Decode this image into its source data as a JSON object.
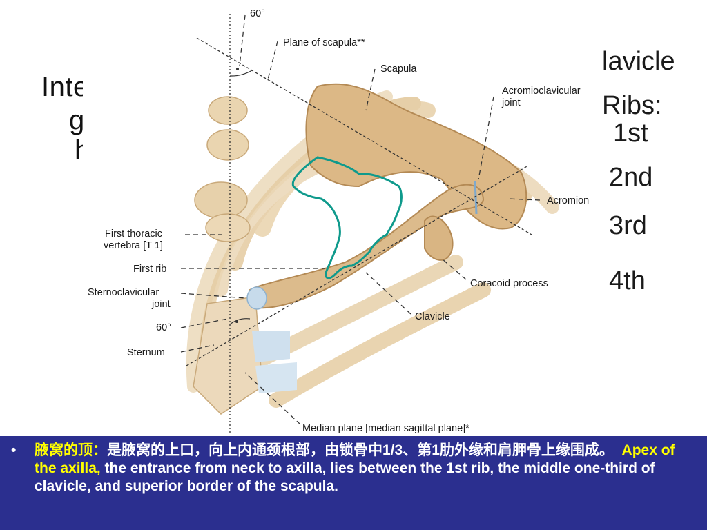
{
  "background_text": {
    "left_lines": [
      "Inte",
      "g",
      "h"
    ],
    "right_lines": [
      "lavicle",
      "Ribs:",
      "1st",
      "2nd",
      "3rd",
      "4th"
    ]
  },
  "labels": {
    "angle_top": "60°",
    "plane_of_scapula": "Plane of scapula**",
    "scapula": "Scapula",
    "acromioclavicular_1": "Acromioclavicular",
    "acromioclavicular_2": "joint",
    "acromion": "Acromion",
    "first_thoracic_1": "First thoracic",
    "first_thoracic_2": "vertebra [T 1]",
    "first_rib": "First rib",
    "sternoclavicular_1": "Sternoclavicular",
    "sternoclavicular_2": "joint",
    "angle_bottom": "60°",
    "sternum": "Sternum",
    "coracoid_process": "Coracoid process",
    "clavicle": "Clavicle",
    "median_plane": "Median plane [median sagittal plane]*"
  },
  "caption": {
    "bullet": "•",
    "heading_cn": "腋窝的顶：",
    "body_cn": "是腋窝的上口，向上内通颈根部，由锁骨中1/3、第1肋外缘和肩胛骨上缘围成。",
    "heading_en": "Apex of the axilla,",
    "body_en": " the entrance from neck to axilla, lies between the 1st rib, the middle one-third of clavicle, and superior border of the scapula."
  },
  "colors": {
    "caption_bg": "#2b2f8f",
    "caption_text": "#ffffff",
    "highlight": "#ffff00",
    "bone": "#e2c69a",
    "bone_dark": "#c9a06a",
    "apex_outline": "#0f9a8c"
  }
}
